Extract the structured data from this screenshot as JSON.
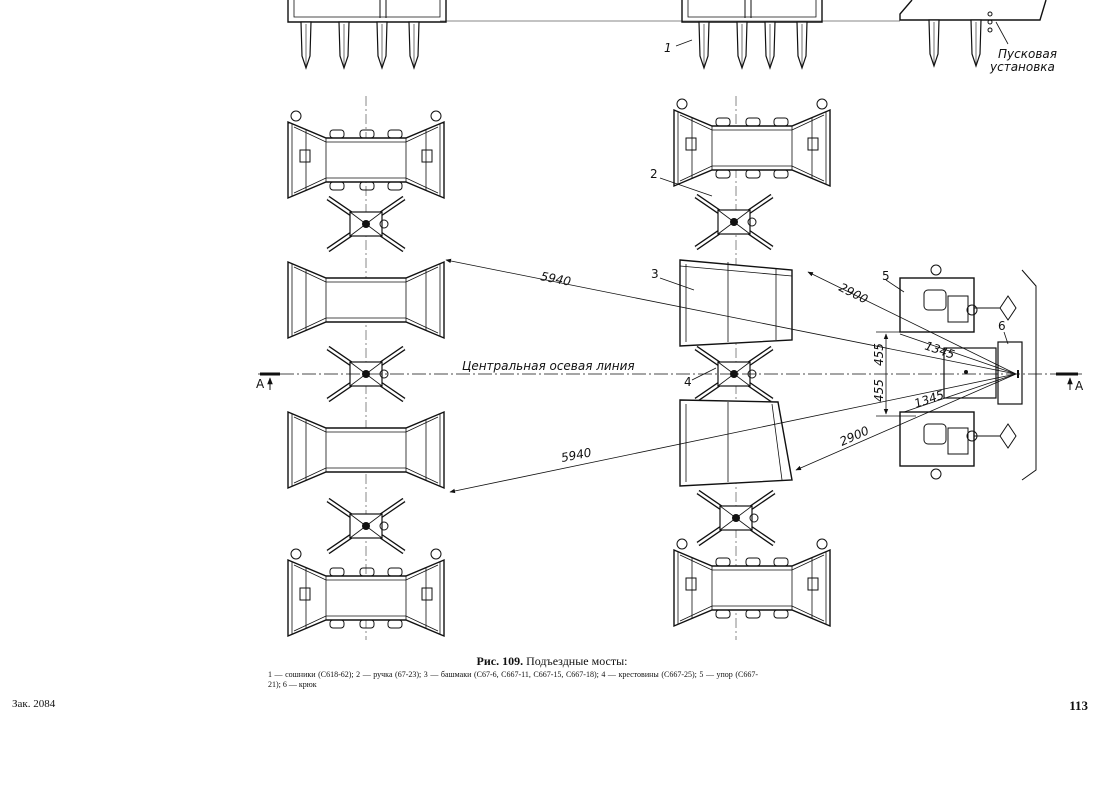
{
  "figure": {
    "label_top_1": "1",
    "launcher_label_line1": "Пусковая",
    "launcher_label_line2": "установка",
    "center_line_label": "Центральная осевая линия",
    "section_mark": "А",
    "dimensions": {
      "d5940_top": "5940",
      "d5940_bottom": "5940",
      "d2900_top": "2900",
      "d2900_bottom": "2900",
      "d1345_top": "1345",
      "d1345_bottom": "1345",
      "d455_top": "455",
      "d455_bottom": "455"
    },
    "callouts": {
      "c2": "2",
      "c3": "3",
      "c4": "4",
      "c5": "5",
      "c6": "6"
    }
  },
  "caption": {
    "fig_label": "Рис. 109.",
    "title": "Подъездные мосты:",
    "legend": "1 — сошники (С618-62); 2 — ручка (67-23); 3 — башмаки (С67-6, С667-11, С667-15, С667-18); 4 — крестовины (С667-25); 5 — упор (С667-21); 6 — крюк"
  },
  "footer": {
    "left_text": "Зак. 2084",
    "page_number": "113"
  }
}
